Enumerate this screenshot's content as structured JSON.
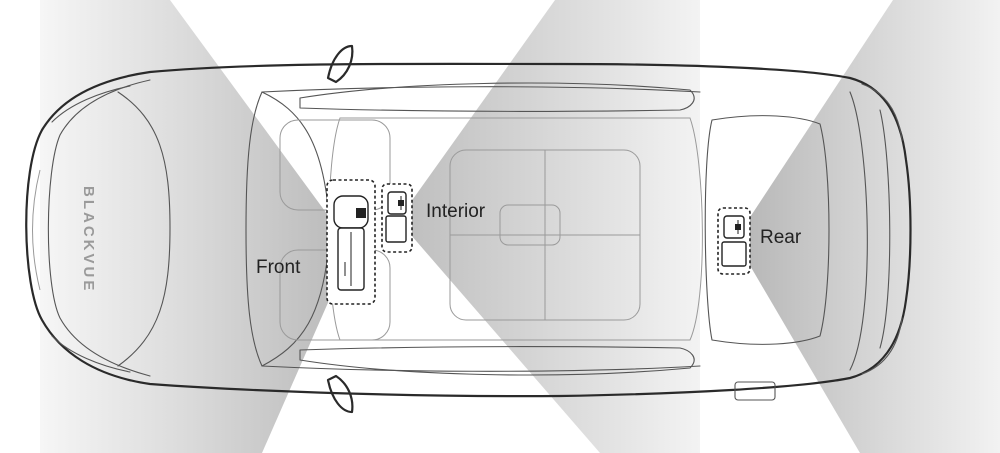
{
  "brand": "BLACKVUE",
  "labels": {
    "front": "Front",
    "interior": "Interior",
    "rear": "Rear"
  },
  "colors": {
    "cone_dark": "#bdbdbd",
    "cone_light": "#f4f4f4",
    "car_outline": "#2a2a2a",
    "text": "#222222",
    "brand_text": "#9a9a9a"
  },
  "icons": {
    "front_camera": "front-camera-icon",
    "interior_camera": "interior-camera-icon",
    "rear_camera": "rear-camera-icon"
  }
}
